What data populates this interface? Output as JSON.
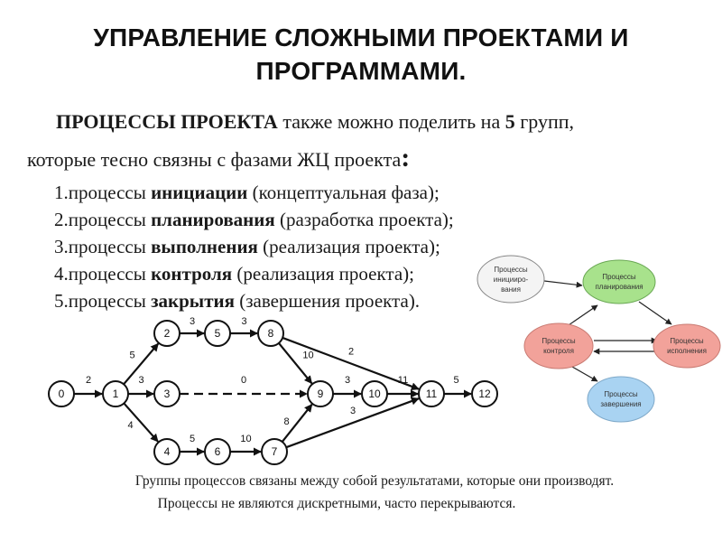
{
  "title": {
    "line1": "УПРАВЛЕНИЕ СЛОЖНЫМИ ПРОЕКТАМИ И",
    "line2": "ПРОГРАММАМИ."
  },
  "intro": {
    "bold_part": "ПРОЦЕССЫ ПРОЕКТА",
    "text_part": " также можно поделить на ",
    "number": "5",
    "end_part": " групп,",
    "line2": "которые тесно связны с фазами ЖЦ проекта",
    "colon": ":"
  },
  "processes": [
    {
      "prefix": "1.процессы ",
      "bold": "инициации",
      "suffix": " (концептуальная фаза);"
    },
    {
      "prefix": "2.процессы ",
      "bold": "планирования",
      "suffix": " (разработка проекта);"
    },
    {
      "prefix": "3.процессы ",
      "bold": "выполнения",
      "suffix": " (реализация проекта);"
    },
    {
      "prefix": "4.процессы ",
      "bold": "контроля",
      "suffix": " (реализация проекта);"
    },
    {
      "prefix": "5.процессы ",
      "bold": "закрытия",
      "suffix": " (завершения проекта)."
    }
  ],
  "network": {
    "nodes": [
      "0",
      "1",
      "2",
      "3",
      "4",
      "5",
      "6",
      "7",
      "8",
      "9",
      "10",
      "11",
      "12"
    ],
    "edges": [
      {
        "from": "0",
        "to": "1",
        "label": "2"
      },
      {
        "from": "1",
        "to": "2",
        "label": "5"
      },
      {
        "from": "1",
        "to": "3",
        "label": "3"
      },
      {
        "from": "1",
        "to": "4",
        "label": "4"
      },
      {
        "from": "2",
        "to": "5",
        "label": "3"
      },
      {
        "from": "5",
        "to": "8",
        "label": "3"
      },
      {
        "from": "8",
        "to": "11",
        "label": "2"
      },
      {
        "from": "8",
        "to": "9",
        "label": "10"
      },
      {
        "from": "3",
        "to": "9",
        "label": "0"
      },
      {
        "from": "4",
        "to": "6",
        "label": "5"
      },
      {
        "from": "6",
        "to": "7",
        "label": "10"
      },
      {
        "from": "7",
        "to": "9",
        "label": "8"
      },
      {
        "from": "7",
        "to": "11",
        "label": "3"
      },
      {
        "from": "9",
        "to": "10",
        "label": "3"
      },
      {
        "from": "10",
        "to": "11",
        "label": "11"
      },
      {
        "from": "11",
        "to": "12",
        "label": "5"
      }
    ]
  },
  "cycle": {
    "initiation": {
      "line1": "Процессы",
      "line2": "иницииро-",
      "line3": "вания",
      "color": "#f4f4f4"
    },
    "planning": {
      "line1": "Процессы",
      "line2": "планирования",
      "color": "#a8e28c"
    },
    "control": {
      "line1": "Процессы",
      "line2": "контроля",
      "color": "#f2a29a"
    },
    "execution": {
      "line1": "Процессы",
      "line2": "исполнения",
      "color": "#f2a29a"
    },
    "closing": {
      "line1": "Процессы",
      "line2": "завершения",
      "color": "#a9d3f2"
    }
  },
  "caption": {
    "line1": "Группы процессов связаны между собой результатами, которые они производят.",
    "line2": "Процессы не являются дискретными, часто перекрываются."
  }
}
